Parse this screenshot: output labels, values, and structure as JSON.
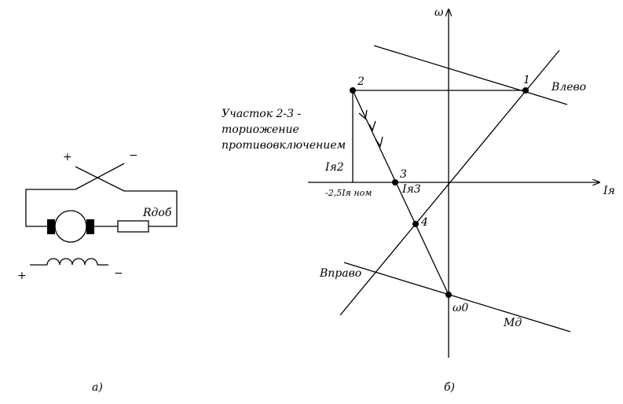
{
  "circuit": {
    "plus_top": "+",
    "minus_top": "−",
    "resistor_label": "Rдоб",
    "plus_bottom": "+",
    "minus_bottom": "−",
    "caption": "а)"
  },
  "graph": {
    "axis_omega": "ω",
    "axis_current": "Iя",
    "point_1": "1",
    "point_2": "2",
    "point_3": "3",
    "point_4": "4",
    "label_left": "Влево",
    "label_right": "Вправо",
    "label_md": "Мд",
    "label_omega0": "ω0",
    "segment_note_line1": "Участок 2-3 -",
    "segment_note_line2": "ториожение",
    "segment_note_line3": "противовключением",
    "label_i2": "Iя2",
    "label_i3": "Iя3",
    "label_i_nom": "-2,5Iя ном",
    "caption": "б)"
  },
  "colors": {
    "ink": "#000000",
    "background": "#ffffff"
  }
}
